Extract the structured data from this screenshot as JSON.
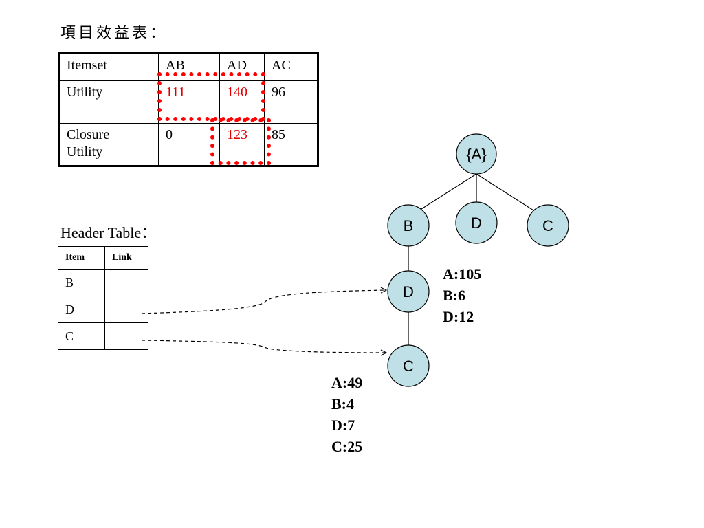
{
  "utility_table": {
    "title": "項目效益表：",
    "rows": [
      [
        "Itemset",
        "AB",
        "AD",
        "AC"
      ],
      [
        "Utility",
        "111",
        "140",
        "96"
      ],
      [
        "Closure\nUtility",
        "0",
        "123",
        "85"
      ]
    ],
    "highlight_color": "#ff0000"
  },
  "header_table": {
    "title": "Header Table：",
    "columns": [
      "Item",
      "Link"
    ],
    "rows": [
      [
        "B",
        ""
      ],
      [
        "D",
        ""
      ],
      [
        "C",
        ""
      ]
    ]
  },
  "tree": {
    "node_fill": "#bfe0e6",
    "nodes": {
      "root": "{A}",
      "b": "B",
      "d_top": "D",
      "c_top": "C",
      "d_mid": "D",
      "c_bottom": "C"
    },
    "counts_d": [
      "A:105",
      "B:6",
      "D:12"
    ],
    "counts_c": [
      "A:49",
      "B:4",
      "D:7",
      "C:25"
    ]
  }
}
